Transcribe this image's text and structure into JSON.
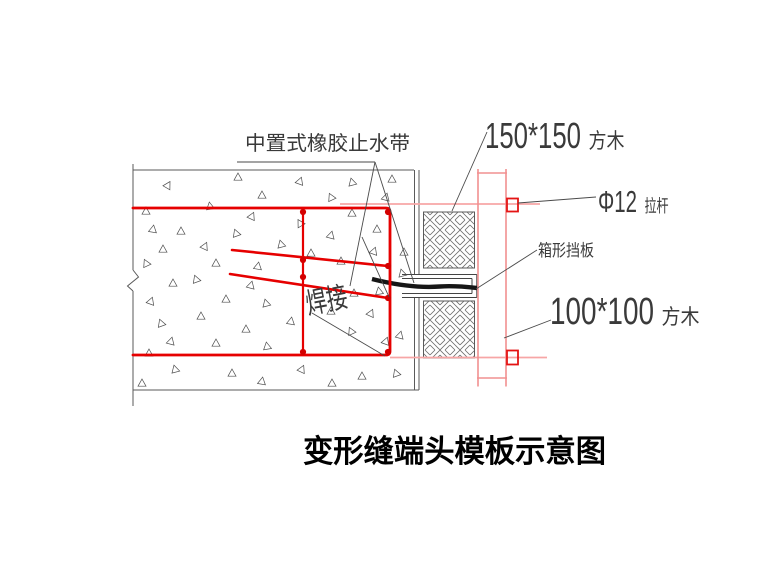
{
  "diagram": {
    "title": "变形缝端头模板示意图",
    "callouts": {
      "waterstop": "中置式橡胶止水带",
      "weld": "焊接",
      "timber_150": {
        "dims": "150*150",
        "material": "方木"
      },
      "tie_rod": {
        "spec": "Φ12",
        "name": "拉杆"
      },
      "box_baffle": "箱形挡板",
      "timber_100": {
        "dims": "100*100",
        "material": "方木"
      }
    },
    "colors": {
      "rebar_red": "#e60000",
      "rebar_dot_red": "#d40000",
      "tie_rod_pink": "#f7a6a6",
      "waler_red": "#f19090",
      "washer_red": "#e41414",
      "waterstop_black": "#161616",
      "structure_gray": "#5a5a5a",
      "leader_gray": "#4a4a4a",
      "text_gray": "#3a3a3a"
    }
  }
}
